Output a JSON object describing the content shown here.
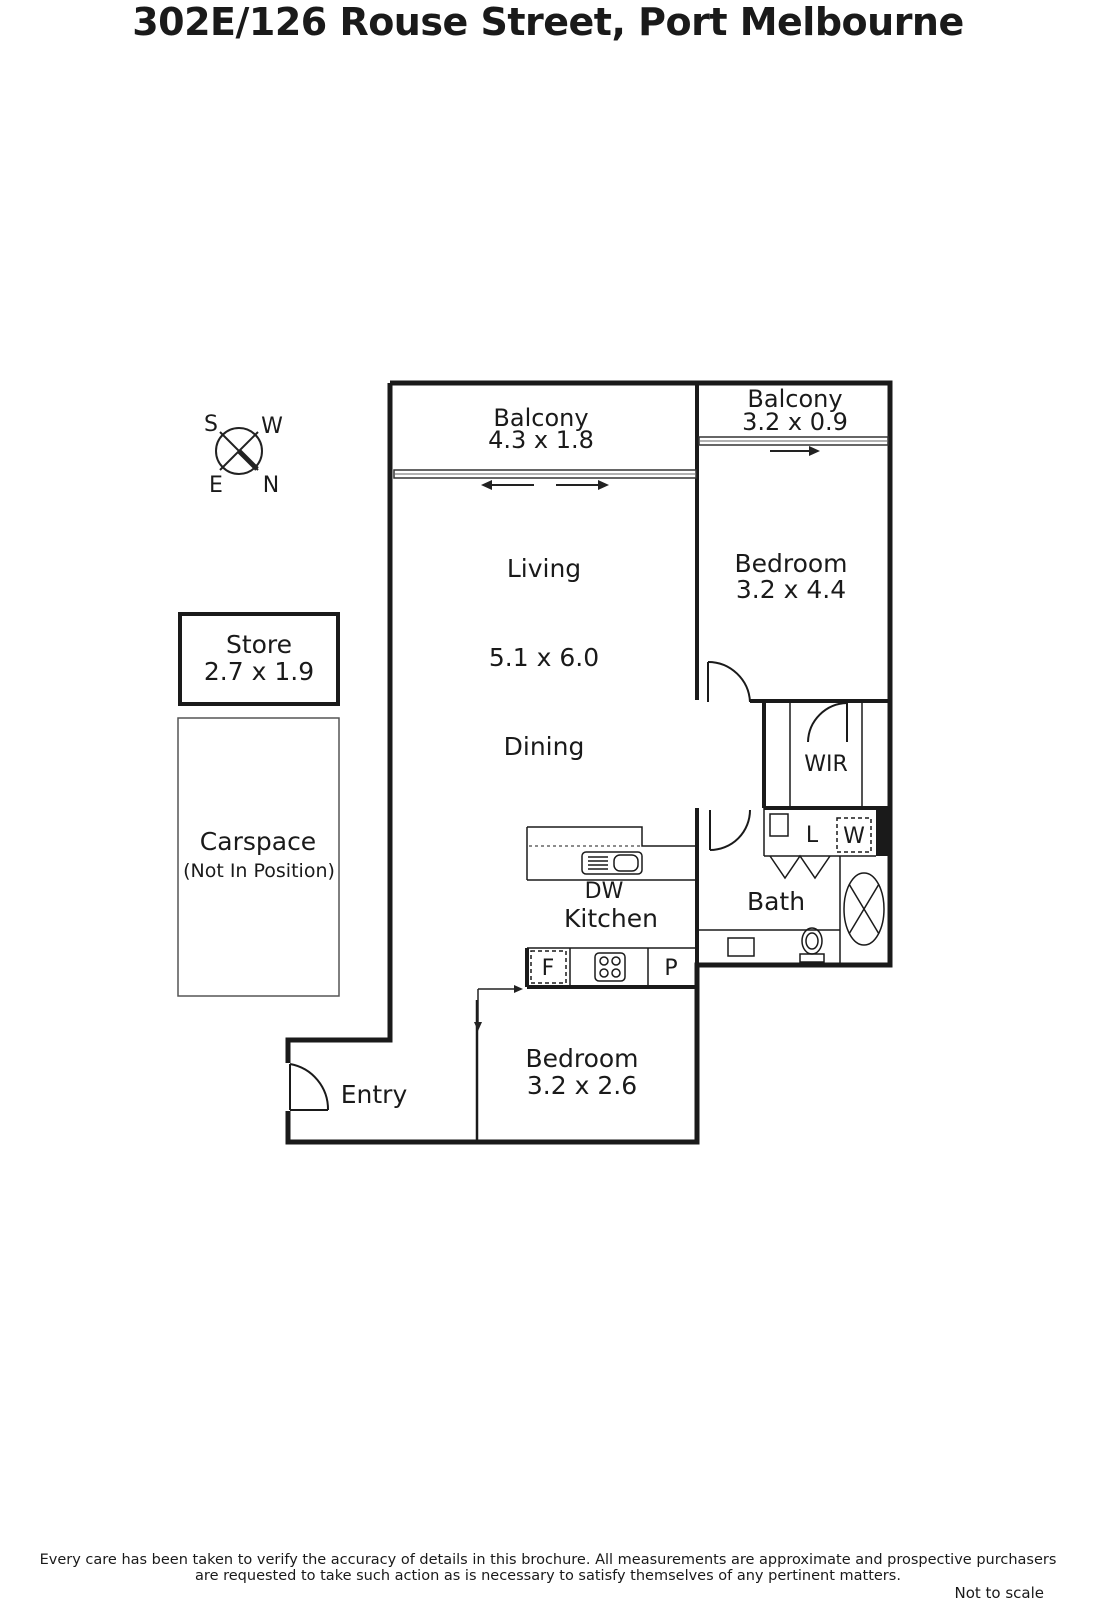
{
  "title": "302E/126 Rouse Street, Port Melbourne",
  "compass": {
    "s": "S",
    "w": "W",
    "e": "E",
    "n": "N"
  },
  "rooms": {
    "balcony_living": {
      "name": "Balcony",
      "dims": "4.3 x 1.8"
    },
    "balcony_bed": {
      "name": "Balcony",
      "dims": "3.2 x 0.9"
    },
    "living": {
      "name": "Living",
      "dims": "5.1 x 6.0"
    },
    "dining": {
      "name": "Dining"
    },
    "bedroom_main": {
      "name": "Bedroom",
      "dims": "3.2 x 4.4"
    },
    "wir": {
      "name": "WIR"
    },
    "store": {
      "name": "Store",
      "dims": "2.7 x 1.9"
    },
    "carspace": {
      "name": "Carspace",
      "note": "(Not In Position)"
    },
    "kitchen": {
      "name": "Kitchen"
    },
    "bath": {
      "name": "Bath"
    },
    "bedroom_two": {
      "name": "Bedroom",
      "dims": "3.2 x 2.6"
    },
    "entry": {
      "name": "Entry"
    }
  },
  "fixtures": {
    "dw": "DW",
    "fridge": "F",
    "pantry": "P",
    "laundry": "L",
    "washer": "W"
  },
  "disclaimer": {
    "line1": "Every care has been taken to verify the accuracy of details in this brochure.  All measurements are approximate and prospective purchasers",
    "line2": "are requested to take such action as is necessary to satisfy themselves of any pertinent matters."
  },
  "scale_note": "Not to scale"
}
